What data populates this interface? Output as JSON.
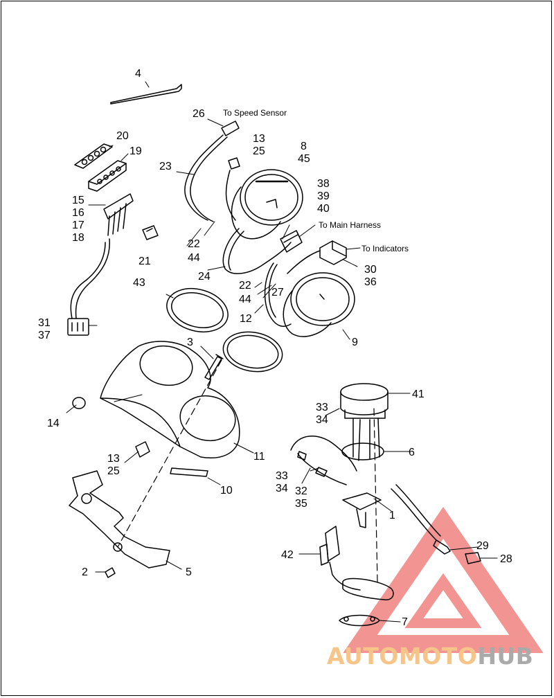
{
  "callouts": [
    {
      "text": "4"
    },
    {
      "text": "26"
    },
    {
      "text": "To Speed Sensor"
    },
    {
      "text": "20"
    },
    {
      "text": "13"
    },
    {
      "text": "25"
    },
    {
      "text": "8"
    },
    {
      "text": "45"
    },
    {
      "text": "19"
    },
    {
      "text": "23"
    },
    {
      "text": "38"
    },
    {
      "text": "39"
    },
    {
      "text": "40"
    },
    {
      "text": "15"
    },
    {
      "text": "16"
    },
    {
      "text": "17"
    },
    {
      "text": "18"
    },
    {
      "text": "To Main Harness"
    },
    {
      "text": "To Indicators"
    },
    {
      "text": "22"
    },
    {
      "text": "44"
    },
    {
      "text": "21"
    },
    {
      "text": "30"
    },
    {
      "text": "36"
    },
    {
      "text": "24"
    },
    {
      "text": "43"
    },
    {
      "text": "22"
    },
    {
      "text": "44"
    },
    {
      "text": "27"
    },
    {
      "text": "12"
    },
    {
      "text": "31"
    },
    {
      "text": "37"
    },
    {
      "text": "9"
    },
    {
      "text": "3"
    },
    {
      "text": "41"
    },
    {
      "text": "14"
    },
    {
      "text": "33"
    },
    {
      "text": "34"
    },
    {
      "text": "6"
    },
    {
      "text": "13"
    },
    {
      "text": "25"
    },
    {
      "text": "11"
    },
    {
      "text": "33"
    },
    {
      "text": "34"
    },
    {
      "text": "32"
    },
    {
      "text": "35"
    },
    {
      "text": "10"
    },
    {
      "text": "1"
    },
    {
      "text": "29"
    },
    {
      "text": "42"
    },
    {
      "text": "28"
    },
    {
      "text": "2"
    },
    {
      "text": "5"
    },
    {
      "text": "7"
    }
  ],
  "watermark": {
    "part1": "AUTOMOTO",
    "part2": "HUB"
  },
  "colors": {
    "line": "#000000",
    "watermark_red": "#e8403a",
    "watermark_orange": "#f7c58a",
    "watermark_gray": "#aaaaaa"
  }
}
